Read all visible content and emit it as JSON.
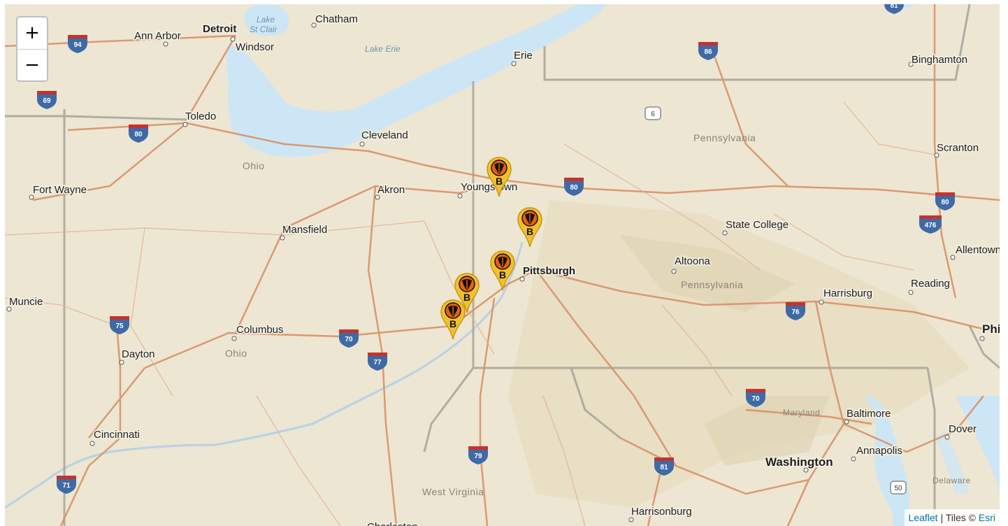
{
  "map": {
    "zoom_in_label": "+",
    "zoom_out_label": "−",
    "attribution": {
      "leaflet_link": "Leaflet",
      "separator": " | Tiles © ",
      "esri_link": "Esri"
    },
    "markers": [
      {
        "label": "B",
        "icon": "orange-shield-pin-icon"
      },
      {
        "label": "B",
        "icon": "orange-shield-pin-icon"
      },
      {
        "label": "B",
        "icon": "orange-shield-pin-icon"
      },
      {
        "label": "B",
        "icon": "orange-shield-pin-icon"
      },
      {
        "label": "B",
        "icon": "orange-shield-pin-icon"
      }
    ],
    "cities": [
      "Ann Arbor",
      "Detroit",
      "Windsor",
      "Chatham",
      "Erie",
      "Binghamton",
      "Toledo",
      "Cleveland",
      "Scranton",
      "Fort Wayne",
      "Akron",
      "Youngstown",
      "Mansfield",
      "State College",
      "Allentown",
      "Altoona",
      "Pittsburgh",
      "Reading",
      "Harrisburg",
      "Muncie",
      "Columbus",
      "Dayton",
      "Baltimore",
      "Dover",
      "Cincinnati",
      "Annapolis",
      "Washington",
      "Harrisonburg",
      "Charleston",
      "Philadelphia"
    ],
    "regions": [
      "Pennsylvania",
      "Pennsylvania",
      "Ohio",
      "Ohio",
      "West Virginia",
      "Maryland",
      "Delaware"
    ],
    "water_labels": [
      "Lake St Clair",
      "Lake Erie"
    ],
    "highway_shields": [
      "94",
      "86",
      "69",
      "80",
      "80",
      "80",
      "476",
      "75",
      "70",
      "77",
      "76",
      "70",
      "79",
      "81",
      "71",
      "81"
    ],
    "us_routes": [
      "6",
      "50"
    ],
    "colors": {
      "land": "#ede6d2",
      "water": "#cde6f5",
      "highway": "#d99166",
      "border": "#a6a39a",
      "marker_fill": "#f2c02e",
      "marker_badge": "#e8600c"
    }
  }
}
